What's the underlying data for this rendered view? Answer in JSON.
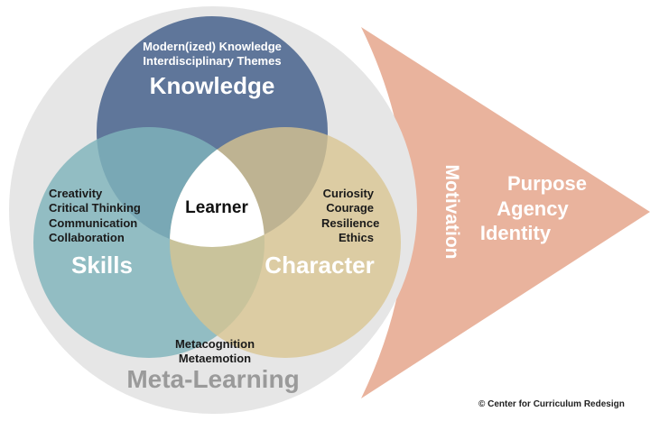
{
  "knowledge": {
    "title": "Knowledge",
    "items": [
      "Modern(ized) Knowledge",
      "Interdisciplinary Themes"
    ]
  },
  "skills": {
    "title": "Skills",
    "items": [
      "Creativity",
      "Critical Thinking",
      "Communication",
      "Collaboration"
    ]
  },
  "character": {
    "title": "Character",
    "items": [
      "Curiosity",
      "Courage",
      "Resilience",
      "Ethics"
    ]
  },
  "center_label": "Learner",
  "meta": {
    "title": "Meta-Learning",
    "items": [
      "Metacognition",
      "Metaemotion"
    ]
  },
  "motivation": {
    "label": "Motivation",
    "items": [
      "Purpose",
      "Agency",
      "Identity"
    ]
  },
  "copyright": "© Center for Curriculum Redesign",
  "colors": {
    "outer_circle": "#e6e6e6",
    "knowledge": "#5f769a",
    "skills": "#7fb3bb",
    "character": "#d9c48f",
    "arrow": "#e9b39d",
    "meta_text": "#9a9a9a"
  }
}
